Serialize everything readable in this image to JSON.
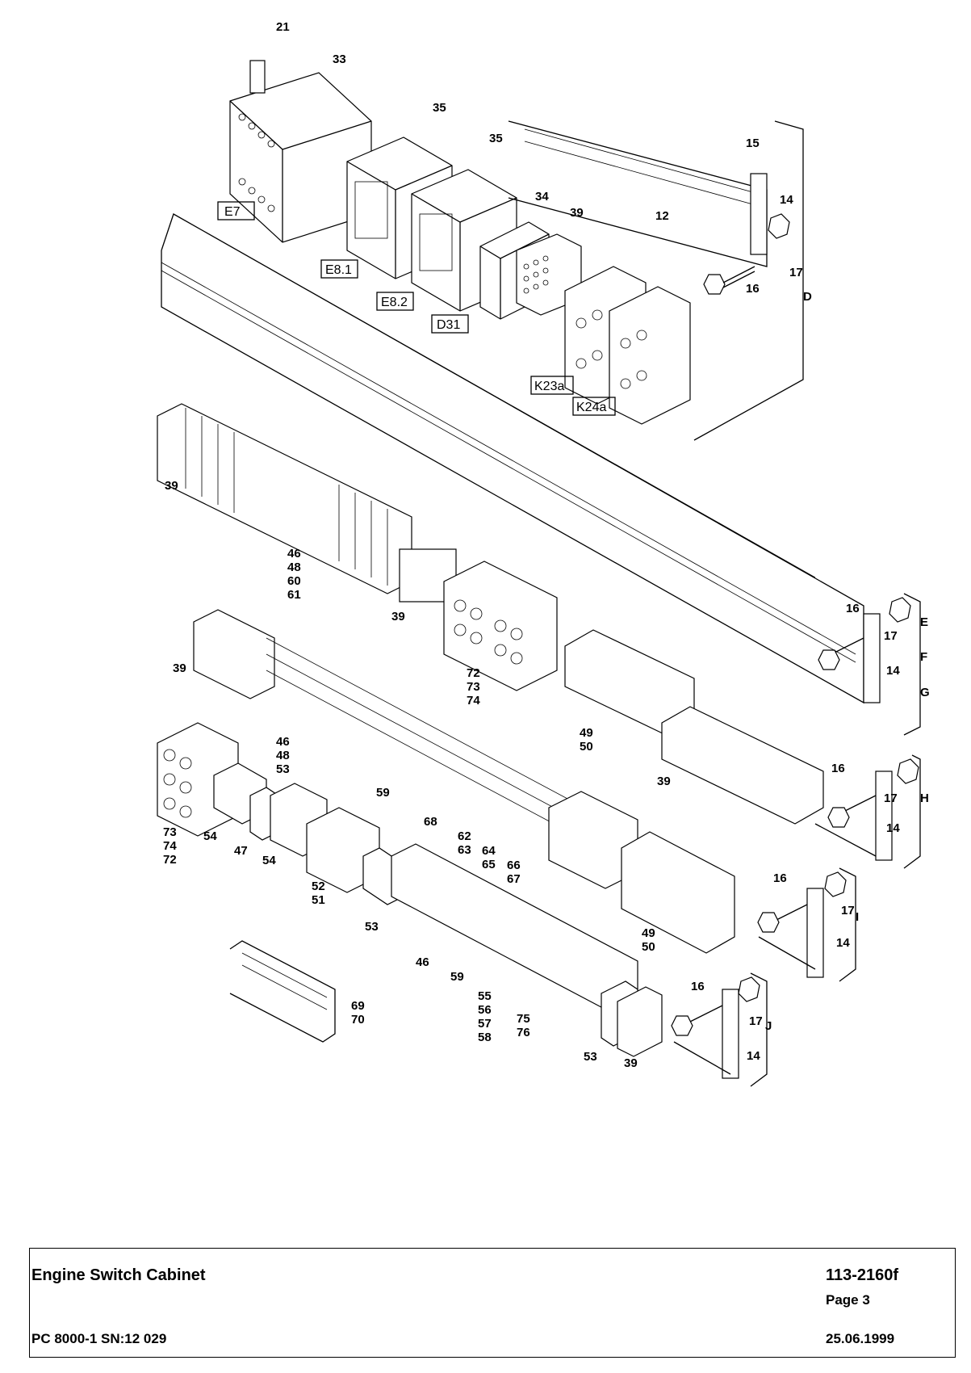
{
  "diagram": {
    "item_callouts": [
      "21",
      "33",
      "35",
      "35",
      "15",
      "14",
      "34",
      "39",
      "12",
      "17",
      "16",
      "D",
      "39",
      "46",
      "48",
      "60",
      "61",
      "39",
      "16",
      "17",
      "E",
      "F",
      "G",
      "14",
      "39",
      "72",
      "73",
      "74",
      "46",
      "48",
      "53",
      "49",
      "50",
      "39",
      "16",
      "17",
      "H",
      "14",
      "73",
      "74",
      "72",
      "54",
      "47",
      "54",
      "59",
      "68",
      "52",
      "51",
      "62",
      "63",
      "64",
      "65",
      "66",
      "67",
      "53",
      "16",
      "17",
      "I",
      "14",
      "49",
      "50",
      "46",
      "59",
      "55",
      "56",
      "57",
      "58",
      "75",
      "76",
      "69",
      "70",
      "16",
      "17",
      "J",
      "14",
      "53",
      "39"
    ],
    "box_labels": [
      "E7",
      "E8.1",
      "E8.2",
      "D31",
      "K23a",
      "K24a"
    ]
  },
  "title_block": {
    "title": "Engine Switch Cabinet",
    "document_number": "113-2160f",
    "page": "Page 3",
    "machine": "PC 8000-1 SN:12 029",
    "date": "25.06.1999"
  }
}
